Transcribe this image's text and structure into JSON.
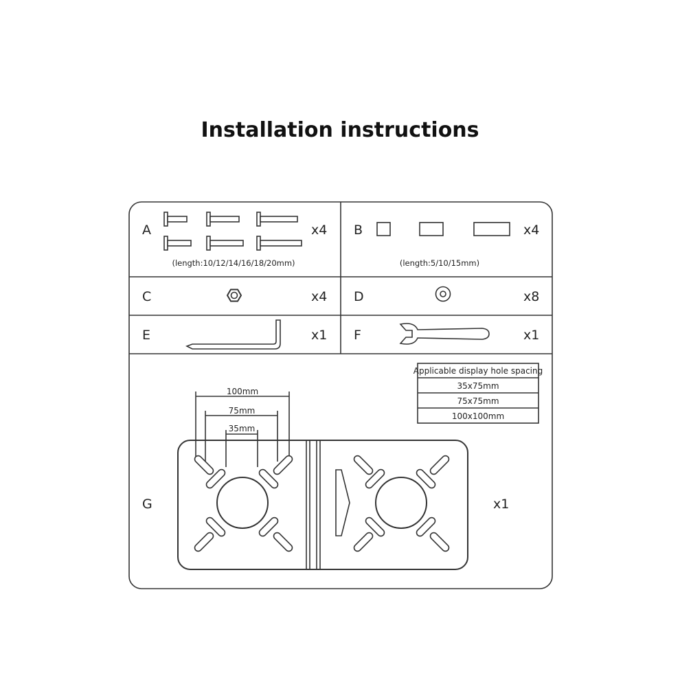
{
  "title": "Installation instructions",
  "parts": {
    "A": {
      "letter": "A",
      "qty": "x4",
      "note": "(length:10/12/14/16/18/20mm)"
    },
    "B": {
      "letter": "B",
      "qty": "x4",
      "note": "(length:5/10/15mm)"
    },
    "C": {
      "letter": "C",
      "qty": "x4"
    },
    "D": {
      "letter": "D",
      "qty": "x8"
    },
    "E": {
      "letter": "E",
      "qty": "x1"
    },
    "F": {
      "letter": "F",
      "qty": "x1"
    },
    "G": {
      "letter": "G",
      "qty": "x1"
    }
  },
  "spacing_table": {
    "header": "Applicable display hole spacing",
    "rows": [
      "35x75mm",
      "75x75mm",
      "100x100mm"
    ]
  },
  "dimensions": {
    "outer": "100mm",
    "middle": "75mm",
    "inner": "35mm"
  },
  "icons": [
    "screw-icon",
    "spacer-icon",
    "nut-icon",
    "washer-icon",
    "hex-key-icon",
    "wrench-icon",
    "mounting-plate-icon"
  ]
}
